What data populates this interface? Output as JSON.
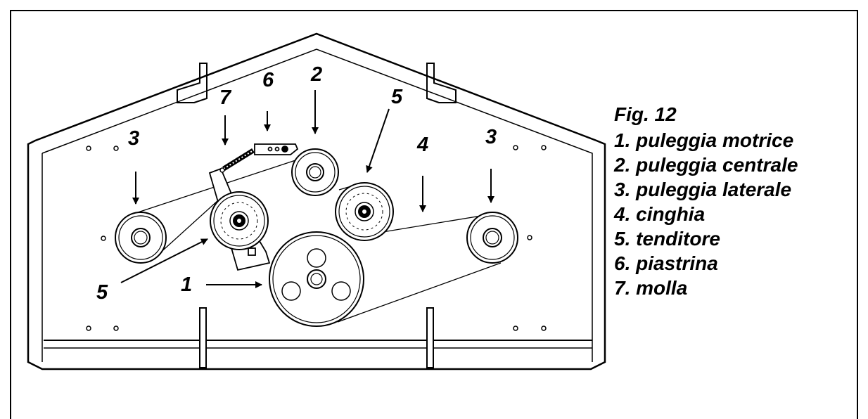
{
  "legend": {
    "title": "Fig. 12",
    "items": [
      "1. puleggia motrice",
      "2. puleggia centrale",
      "3. puleggia laterale",
      "4. cinghia",
      "5. tenditore",
      "6. piastrina",
      "7. molla"
    ]
  },
  "callouts": {
    "drive_pulley": "1",
    "center_pulley": "2",
    "side_pulley_left": "3",
    "side_pulley_right": "3",
    "belt": "4",
    "tensioner_right": "5",
    "tensioner_left": "5",
    "plate": "6",
    "spring": "7"
  }
}
